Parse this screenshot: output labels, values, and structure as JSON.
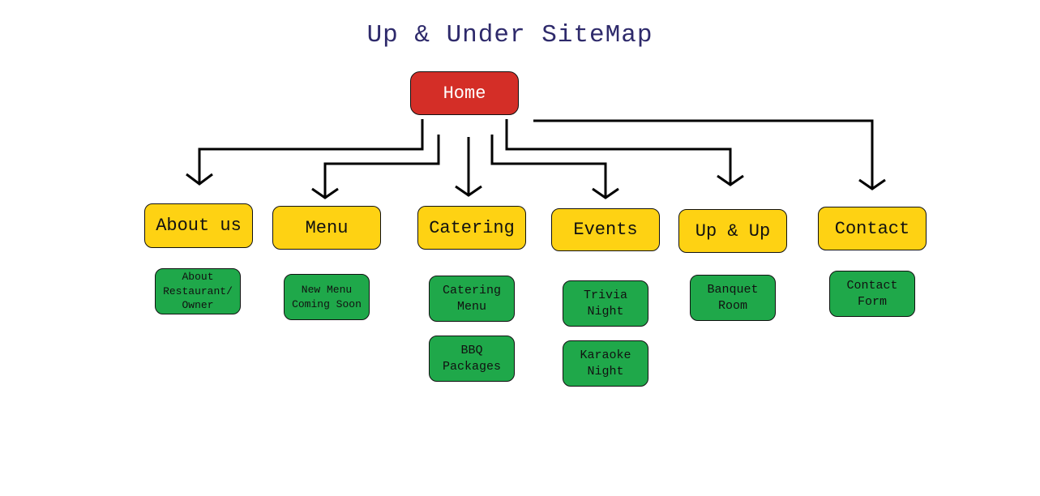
{
  "title": "Up & Under SiteMap",
  "colors": {
    "home": "#d42e27",
    "section": "#fed213",
    "page": "#1fa84a",
    "title": "#2e2a6b",
    "arrow": "#000000"
  },
  "home": {
    "label": "Home"
  },
  "sections": [
    {
      "label": "About us",
      "pages": [
        "About\nRestaurant/\nOwner"
      ]
    },
    {
      "label": "Menu",
      "pages": [
        "New Menu\nComing Soon"
      ]
    },
    {
      "label": "Catering",
      "pages": [
        "Catering\nMenu",
        "BBQ\nPackages"
      ]
    },
    {
      "label": "Events",
      "pages": [
        "Trivia\nNight",
        "Karaoke\nNight"
      ]
    },
    {
      "label": "Up & Up",
      "pages": [
        "Banquet\nRoom"
      ]
    },
    {
      "label": "Contact",
      "pages": [
        "Contact\nForm"
      ]
    }
  ]
}
